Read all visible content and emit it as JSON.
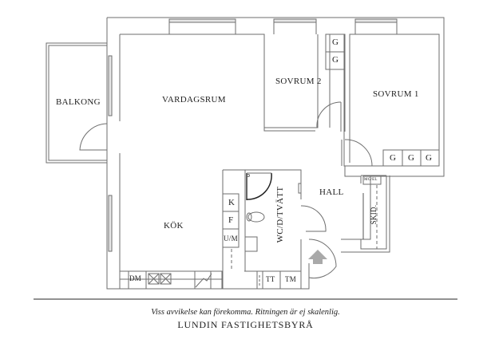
{
  "plan": {
    "rooms": {
      "balkong": "BALKONG",
      "vardagsrum": "VARDAGSRUM",
      "sovrum2": "SOVRUM 2",
      "sovrum1": "SOVRUM 1",
      "hall": "HALL",
      "kok": "KÖK",
      "wc": "WC/D/TVÄTT",
      "skid": "SKID."
    },
    "fixtures": {
      "closet_g": "G",
      "fridge": "K",
      "freezer": "F",
      "microwave_oven": "U/M",
      "dishwasher": "DM",
      "dryer": "TT",
      "washer": "TM",
      "mcel": "MC/EL"
    },
    "line_color": "#6e6e6e",
    "entrance_arrow_color": "#a9a9a9"
  },
  "footer": {
    "disclaimer": "Viss avvikelse kan förekomma. Ritningen är ej skalenlig.",
    "brand": "LUNDIN FASTIGHETSBYRÅ"
  }
}
